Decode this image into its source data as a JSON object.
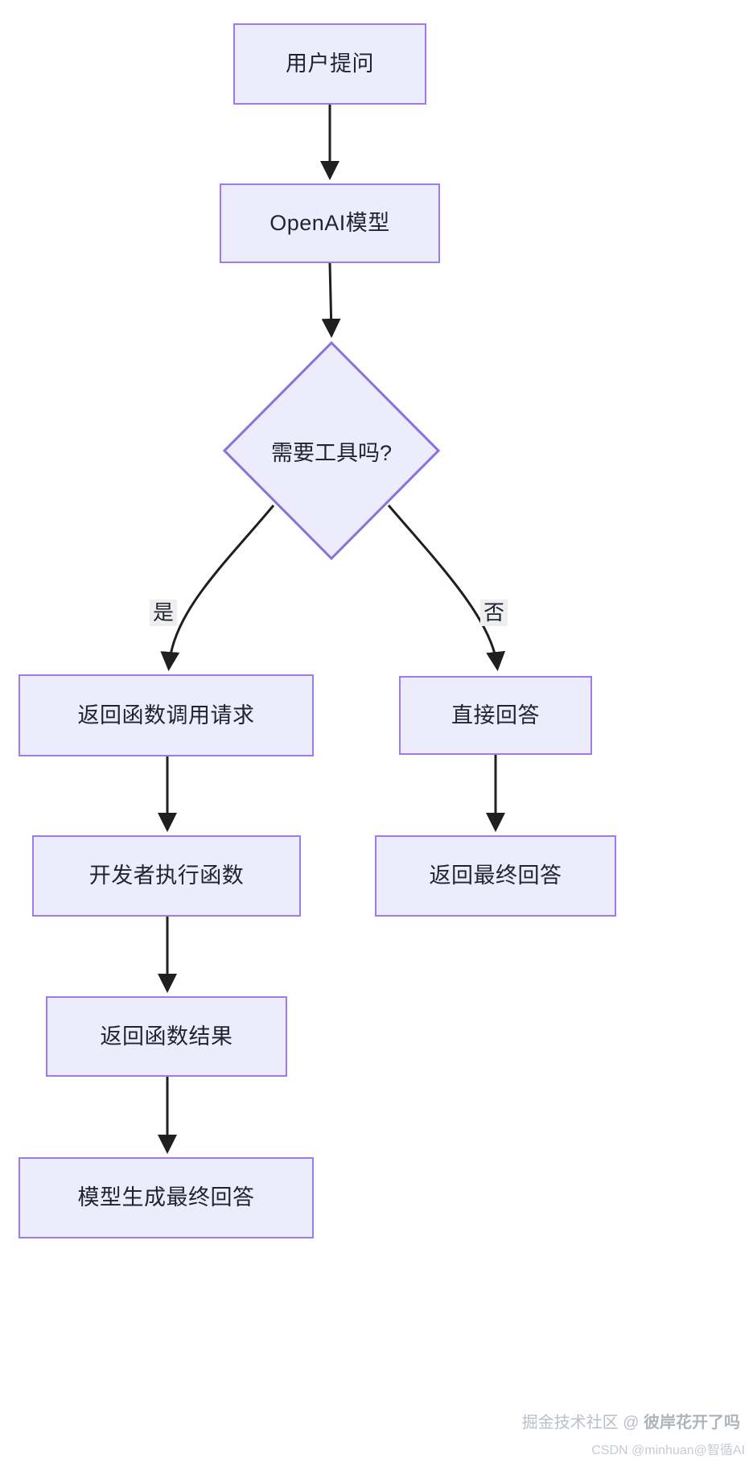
{
  "diagram": {
    "type": "flowchart",
    "direction": "top-to-bottom",
    "theme": {
      "node_fill": "#ececfd",
      "node_border": "#9d7bea",
      "edge_color": "#1f1f1f",
      "text_color": "#1f2430",
      "edge_label_bg": "#eeeeee",
      "background": "#ffffff"
    },
    "nodes": [
      {
        "id": "n1",
        "label": "用户提问",
        "shape": "rect"
      },
      {
        "id": "n2",
        "label": "OpenAI模型",
        "shape": "rect"
      },
      {
        "id": "n3",
        "label": "需要工具吗?",
        "shape": "diamond"
      },
      {
        "id": "n4",
        "label": "返回函数调用请求",
        "shape": "rect"
      },
      {
        "id": "n5",
        "label": "直接回答",
        "shape": "rect"
      },
      {
        "id": "n6",
        "label": "开发者执行函数",
        "shape": "rect"
      },
      {
        "id": "n7",
        "label": "返回最终回答",
        "shape": "rect"
      },
      {
        "id": "n8",
        "label": "返回函数结果",
        "shape": "rect"
      },
      {
        "id": "n9",
        "label": "模型生成最终回答",
        "shape": "rect"
      }
    ],
    "edges": [
      {
        "from": "n1",
        "to": "n2",
        "label": ""
      },
      {
        "from": "n2",
        "to": "n3",
        "label": ""
      },
      {
        "from": "n3",
        "to": "n4",
        "label": "是"
      },
      {
        "from": "n3",
        "to": "n5",
        "label": "否"
      },
      {
        "from": "n4",
        "to": "n6",
        "label": ""
      },
      {
        "from": "n5",
        "to": "n7",
        "label": ""
      },
      {
        "from": "n6",
        "to": "n8",
        "label": ""
      },
      {
        "from": "n8",
        "to": "n9",
        "label": ""
      }
    ],
    "edge_labels": {
      "yes": "是",
      "no": "否"
    }
  },
  "watermarks": {
    "juejin_prefix": "掘金技术社区 @ ",
    "juejin_user": "彼岸花开了吗",
    "csdn": "CSDN @minhuan@智循AI"
  }
}
